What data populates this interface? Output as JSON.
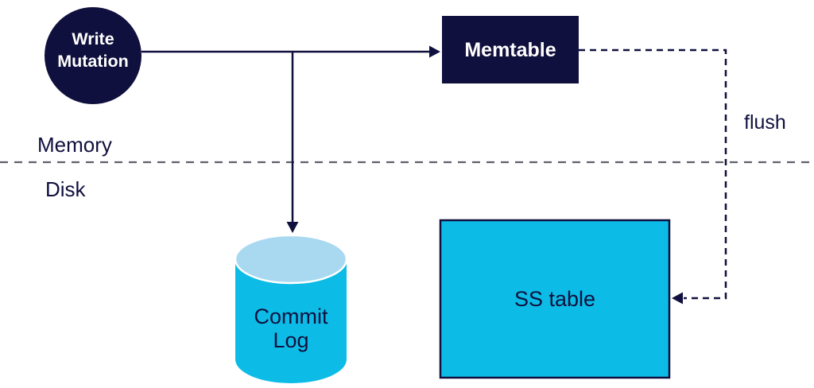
{
  "colors": {
    "navy": "#10103e",
    "cyan": "#0cbce6",
    "cyl-top": "#a8d9f1",
    "cyl-outline": "#ffffff",
    "divider": "#5f5f6d",
    "node-text": "#ffffff",
    "bg": "#ffffff"
  },
  "nodes": {
    "write_mutation": {
      "shape": "circle",
      "line1": "Write",
      "line2": "Mutation"
    },
    "memtable": {
      "shape": "rect",
      "label": "Memtable"
    },
    "commit_log": {
      "shape": "cylinder",
      "line1": "Commit",
      "line2": "Log"
    },
    "ss_table": {
      "shape": "rect",
      "label": "SS table"
    }
  },
  "zones": {
    "above": "Memory",
    "below": "Disk"
  },
  "edges": [
    {
      "from": "write_mutation",
      "to": "memtable",
      "style": "solid",
      "label": ""
    },
    {
      "from": "write_mutation",
      "to": "commit_log",
      "style": "solid",
      "label": ""
    },
    {
      "from": "memtable",
      "to": "ss_table",
      "style": "dashed",
      "label": "flush"
    }
  ]
}
